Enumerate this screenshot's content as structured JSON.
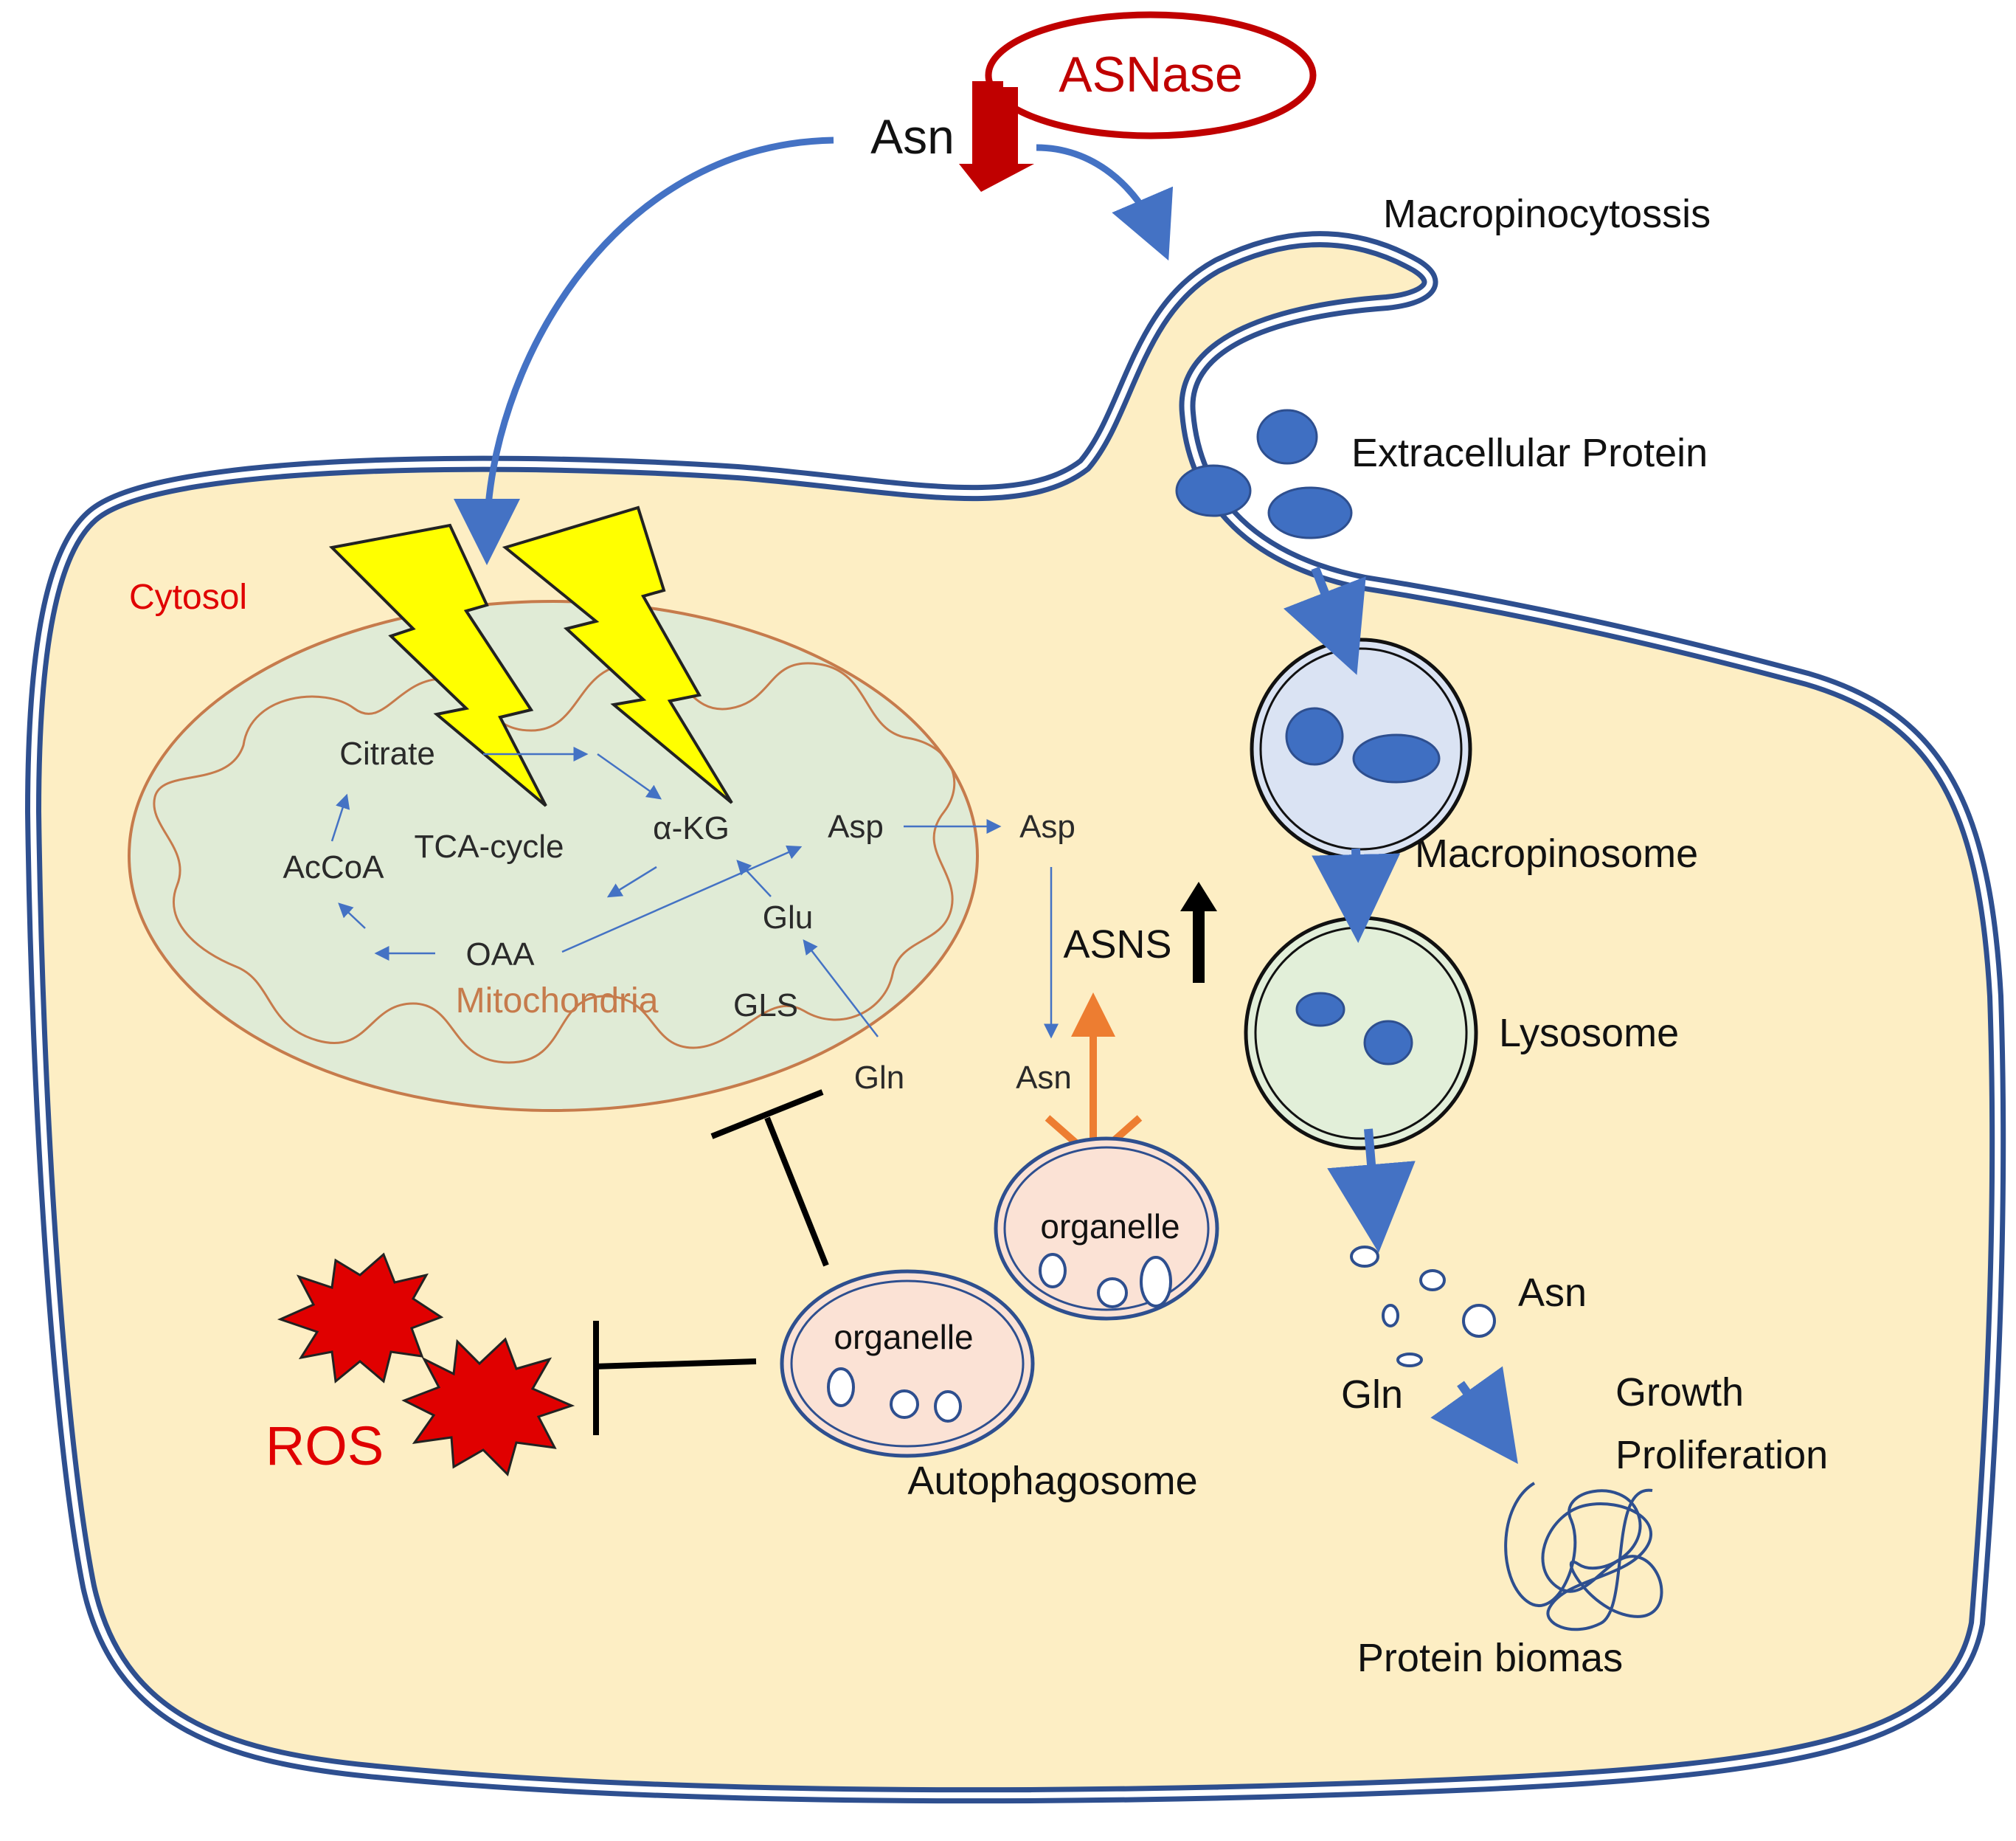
{
  "colors": {
    "cell_fill": "#fdeec4",
    "membrane": "#2e4f8f",
    "mito_fill": "#e0ebd6",
    "mito_border": "#c67b4c",
    "blue_arrow": "#4472c4",
    "protein_blue": "#3f6fc2",
    "asnase_red": "#c00000",
    "ros_red": "#e00000",
    "orange": "#ed7d31",
    "lightning": "#ffff00",
    "macropinosome_fill": "#dae3f3",
    "lysosome_fill": "#e2efd9",
    "organelle_fill": "#fbe2d5"
  },
  "labels": {
    "asnase": "ASNase",
    "asn_top": "Asn",
    "macropinocytosis": "Macropinocytossis",
    "extracellular_protein": "Extracellular Protein",
    "cytosol": "Cytosol",
    "citrate": "Citrate",
    "tca_cycle": "TCA-cycle",
    "akg": "α-KG",
    "asp_mito": "Asp",
    "asp_cyto": "Asp",
    "acoa": "AcCoA",
    "glu": "Glu",
    "oaa": "OAA",
    "mitochondria": "Mitochondria",
    "gls": "GLS",
    "gln_mito": "Gln",
    "asns": "ASNS",
    "asn_cyto": "Asn",
    "macropinosome": "Macropinosome",
    "lysosome": "Lysosome",
    "organelle_1": "organelle",
    "organelle_2": "organelle",
    "autophagosome": "Autophagosome",
    "ros": "ROS",
    "asn_lyso": "Asn",
    "gln_lyso": "Gln",
    "growth": "Growth",
    "proliferation": "Proliferation",
    "protein_biomass": "Protein biomas"
  }
}
